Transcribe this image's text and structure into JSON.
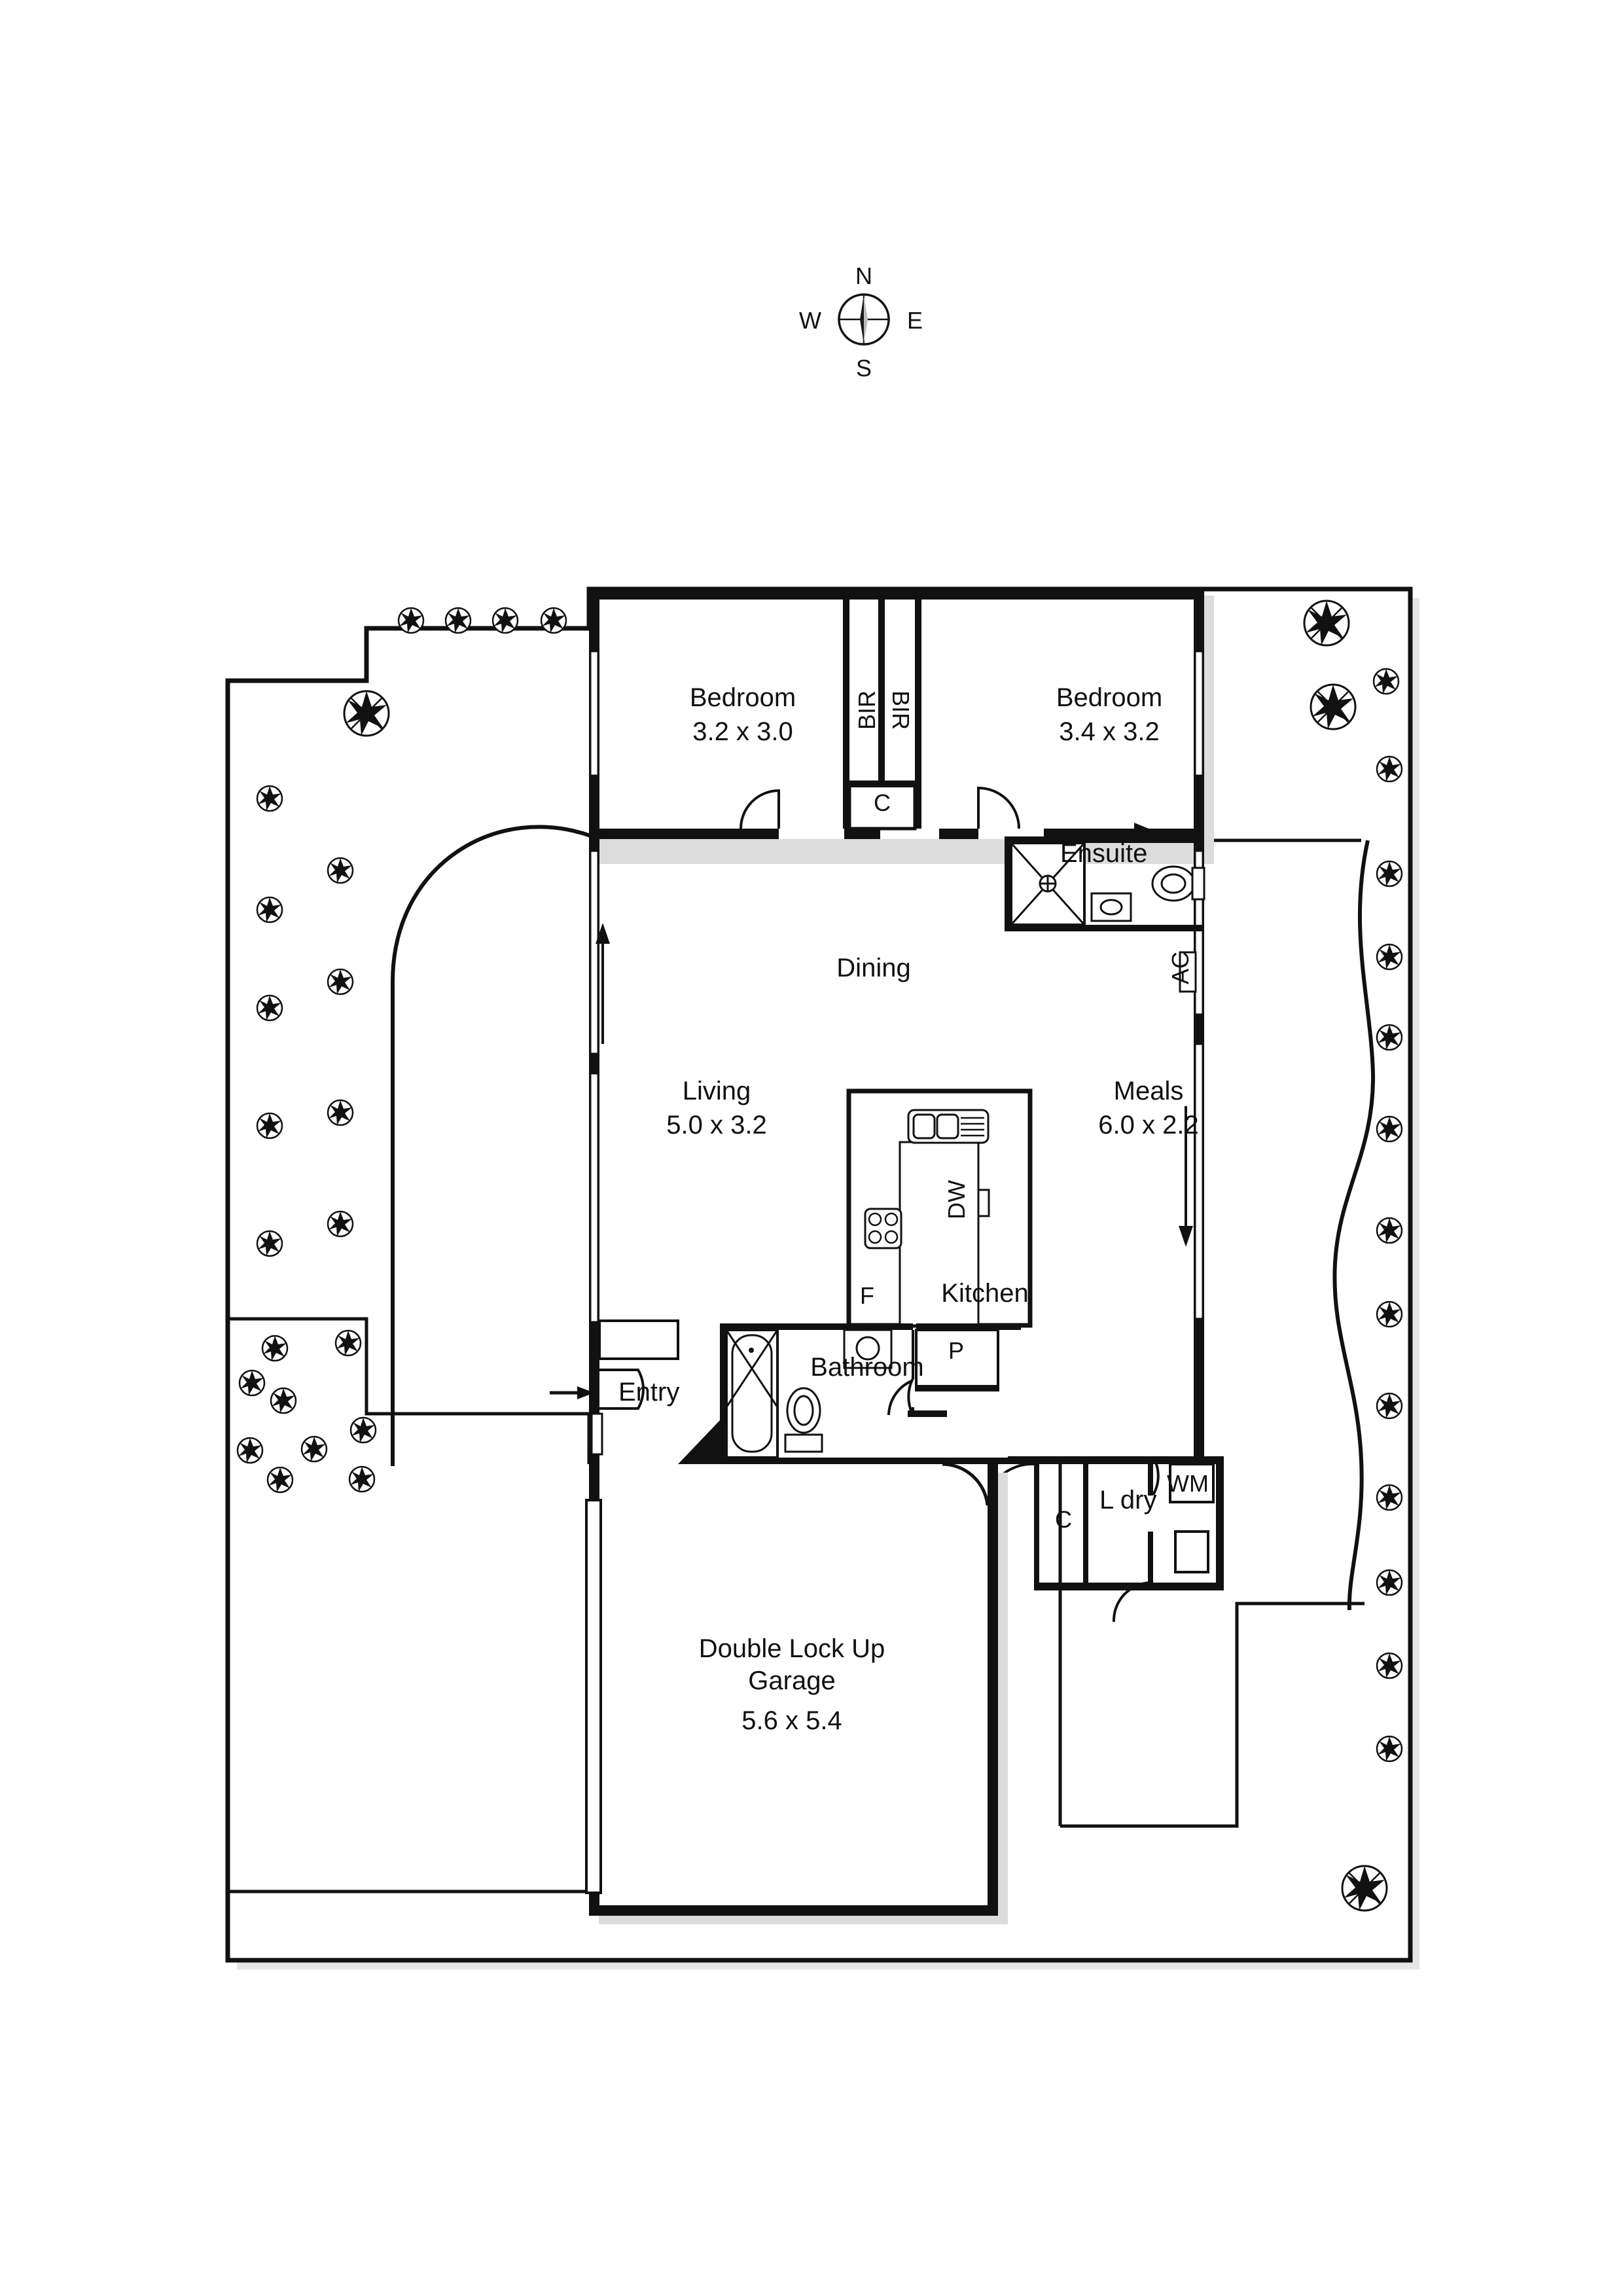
{
  "document": {
    "type": "floor-plan",
    "title": "Residential Floor Plan"
  },
  "compass": {
    "name": "compass-rose",
    "north": "N",
    "south": "S",
    "east": "E",
    "west": "W"
  },
  "rooms": [
    {
      "id": "bedroom-1",
      "label": "Bedroom",
      "dimensions": "3.2 x 3.0"
    },
    {
      "id": "bedroom-2",
      "label": "Bedroom",
      "dimensions": "3.4 x 3.2"
    },
    {
      "id": "living",
      "label": "Living",
      "dimensions": "5.0 x 3.2"
    },
    {
      "id": "meals",
      "label": "Meals",
      "dimensions": "6.0 x 2.2"
    },
    {
      "id": "garage",
      "label": "Double Lock Up\nGarage",
      "dimensions": "5.6 x 5.4"
    },
    {
      "id": "dining",
      "label": "Dining",
      "dimensions": ""
    },
    {
      "id": "kitchen",
      "label": "Kitchen",
      "dimensions": ""
    },
    {
      "id": "bathroom",
      "label": "Bathroom",
      "dimensions": ""
    },
    {
      "id": "ensuite",
      "label": "Ensuite",
      "dimensions": ""
    },
    {
      "id": "entry",
      "label": "Entry",
      "dimensions": ""
    },
    {
      "id": "laundry",
      "label": "L dry",
      "dimensions": ""
    }
  ],
  "annotations": {
    "bir_left": "BIR",
    "bir_right": "BIR",
    "closet_hall": "C",
    "closet_laundry": "C",
    "fridge": "F",
    "pantry": "P",
    "dishwasher": "DW",
    "washing_machine": "WM",
    "air_conditioner": "AC"
  },
  "colors": {
    "wall": "#111111",
    "thin_line": "#1a1a1a",
    "fill": "#ffffff",
    "shadow": "#d9d9d9",
    "text": "#111111"
  }
}
